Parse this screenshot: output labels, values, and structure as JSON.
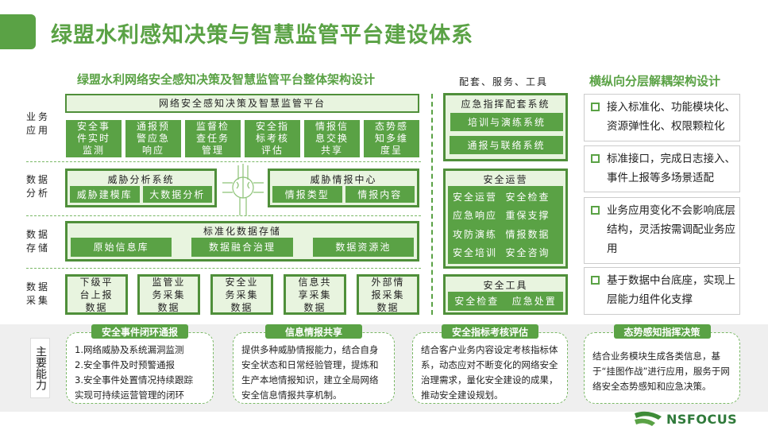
{
  "title": "绿盟水利感知决策与智慧监管平台建设体系",
  "left": {
    "heading": "绿盟水利网络安全感知决策及智慧监管平台整体架构设计",
    "rows": {
      "app": "业务应用",
      "analysis": "数据分析",
      "storage": "数据存储",
      "collect": "数据采集"
    },
    "platform": "网络安全感知决策及智慧监管平台",
    "apps": [
      "安全事件实时监测",
      "通报预警应急响应",
      "监督检查任务管理",
      "安全指标考核评估",
      "情报信息交换共享",
      "态势感知多维度呈"
    ],
    "threat_analysis": {
      "title": "威胁分析系统",
      "items": [
        "威胁建模库",
        "大数据分析"
      ]
    },
    "threat_intel": {
      "title": "威胁情报中心",
      "items": [
        "情报类型",
        "情报内容"
      ]
    },
    "storage": {
      "title": "标准化数据存储",
      "items": [
        "原始信息库",
        "数据融合治理",
        "数据资源池"
      ]
    },
    "collect": [
      "下级平台上报数据",
      "监管业务采集数据",
      "安全业务采集数据",
      "信息共享采集数据",
      "外部情报采集数据"
    ]
  },
  "middle": {
    "heading": "配套、服务、工具",
    "emergency": {
      "title": "应急指挥配套系统",
      "items": [
        "培训与演练系统",
        "通报与联络系统"
      ]
    },
    "ops": {
      "title": "安全运营",
      "items": [
        "安全运营",
        "安全检查",
        "应急响应",
        "重保支撑",
        "攻防演练",
        "情报数据",
        "安全培训",
        "安全咨询"
      ]
    },
    "tools": {
      "title": "安全工具",
      "items": [
        "安全检查",
        "应急处置"
      ]
    }
  },
  "right": {
    "heading": "横纵向分层解耦架构设计",
    "points": [
      "接入标准化、功能模块化、资源弹性化、权限颗粒化",
      "标准接口，完成日志接入、事件上报等多场景适配",
      "业务应用变化不会影响底层结构，灵活按需调配业务应用",
      "基于数据中台底座，实现上层能力组件化支撑"
    ]
  },
  "capabilities": {
    "label": "主要能力",
    "cards": [
      {
        "title": "安全事件闭环通报",
        "lines": [
          "1.网络威胁及系统漏洞监测",
          "2.安全事件及时预警通报",
          "3.安全事件处置情况持续跟踪",
          "实现可持续运营管理的闭环"
        ]
      },
      {
        "title": "信息情报共享",
        "text": "提供多种威胁情报能力，结合自身安全状态和日常经验管理，提炼和生产本地情报知识，建立全局网络安全信息情报共享机制。"
      },
      {
        "title": "安全指标考核评估",
        "text": "结合客户业务内容设定考核指标体系，动态应对不断变化的网络安全治理需求，量化安全建设的成果，推动安全建设规划。"
      },
      {
        "title": "态势感知指挥决策",
        "text": "结合业务模块生成各类信息，基于“挂图作战”进行应用，服务于网络安全态势感知和应急决策。"
      }
    ]
  },
  "logo": "NSFOCUS",
  "colors": {
    "brand": "#5aa245",
    "light": "#e8f4df"
  }
}
